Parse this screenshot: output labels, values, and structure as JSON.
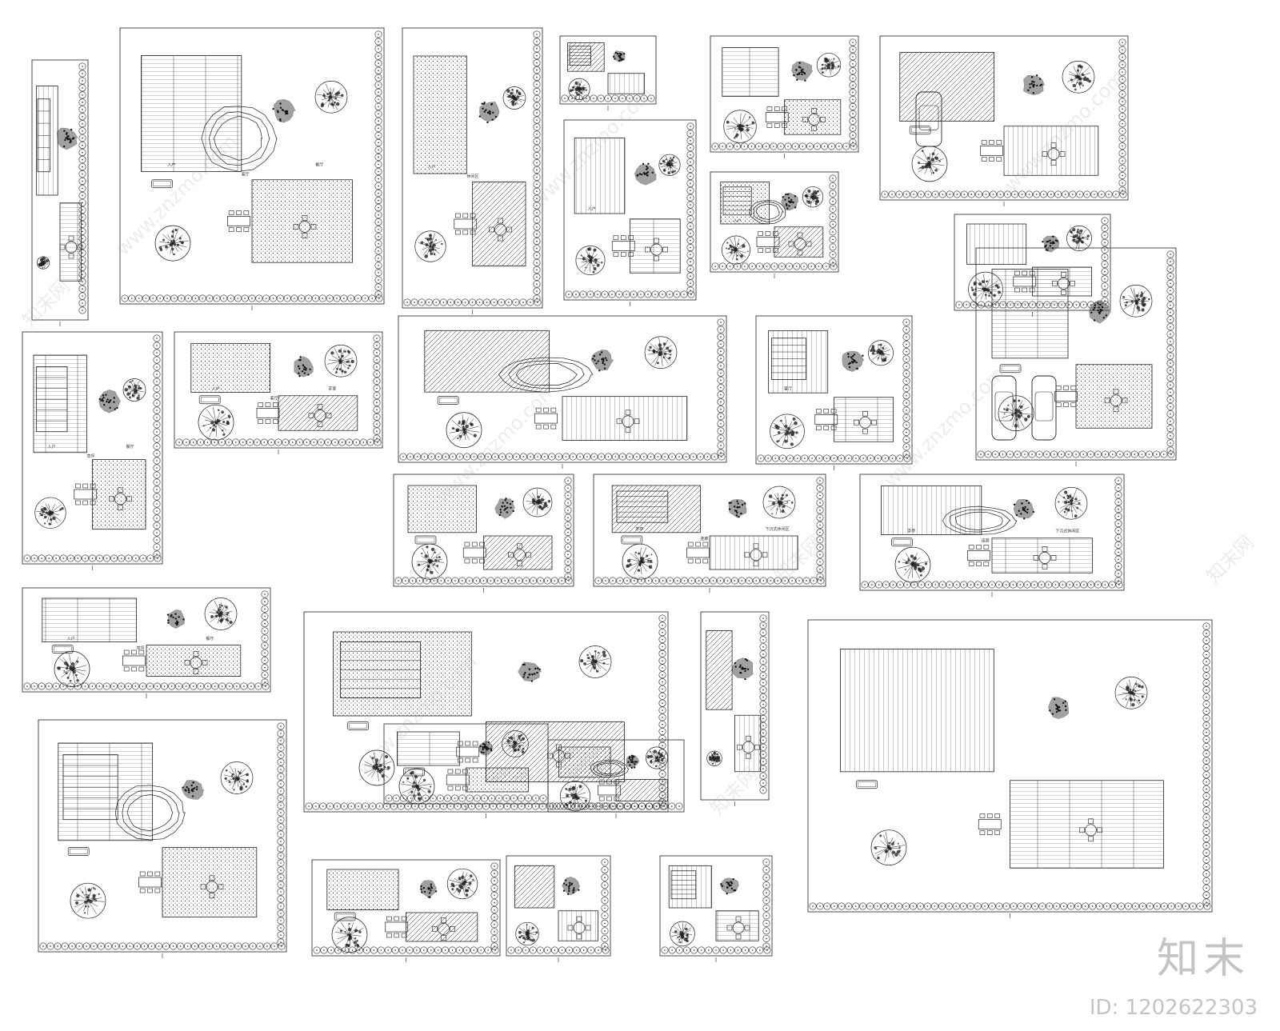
{
  "sheet": {
    "plans": [
      {
        "id": "p01",
        "labels": []
      },
      {
        "id": "p02",
        "labels": [
          "入户",
          "客厅",
          "餐厅"
        ]
      },
      {
        "id": "p03",
        "labels": [
          "入户",
          "休闲区"
        ]
      },
      {
        "id": "p04",
        "labels": []
      },
      {
        "id": "p05",
        "labels": [
          "入户"
        ]
      },
      {
        "id": "p06",
        "labels": []
      },
      {
        "id": "p07",
        "labels": [
          "入户"
        ]
      },
      {
        "id": "p08",
        "labels": []
      },
      {
        "id": "p09",
        "labels": []
      },
      {
        "id": "p10",
        "labels": [
          "入户",
          "草坪",
          "餐厅"
        ]
      },
      {
        "id": "p11",
        "labels": [
          "入户",
          "客厅",
          "茶室"
        ]
      },
      {
        "id": "p12",
        "labels": []
      },
      {
        "id": "p13",
        "labels": [
          "客厅"
        ]
      },
      {
        "id": "p14",
        "labels": []
      },
      {
        "id": "p15",
        "labels": []
      },
      {
        "id": "p16",
        "labels": [
          "茶亭",
          "连廊",
          "下沉式休闲区"
        ]
      },
      {
        "id": "p17",
        "labels": [
          "茶亭",
          "连廊",
          "下沉式休闲区"
        ]
      },
      {
        "id": "p18",
        "labels": [
          "入户",
          "草坪",
          "餐厅"
        ]
      },
      {
        "id": "p19",
        "labels": []
      },
      {
        "id": "p20",
        "labels": []
      },
      {
        "id": "p21",
        "labels": []
      },
      {
        "id": "p22",
        "labels": []
      },
      {
        "id": "p23",
        "labels": []
      },
      {
        "id": "p24",
        "labels": []
      },
      {
        "id": "p25",
        "labels": []
      },
      {
        "id": "p26",
        "labels": []
      },
      {
        "id": "p27",
        "labels": []
      }
    ]
  },
  "watermarks": [
    "www.znzmo.com",
    "www.znzmo.com",
    "www.znzmo.com",
    "www.znzmo.com",
    "www.znzmo.com",
    "www.znzmo.com",
    "知末网",
    "知末网",
    "知末网",
    "知末网"
  ],
  "brand": {
    "name": "知末",
    "id_text": "ID: 1202622303"
  },
  "colors": {
    "line": "#222222",
    "watermark": "#c4c4c4"
  }
}
